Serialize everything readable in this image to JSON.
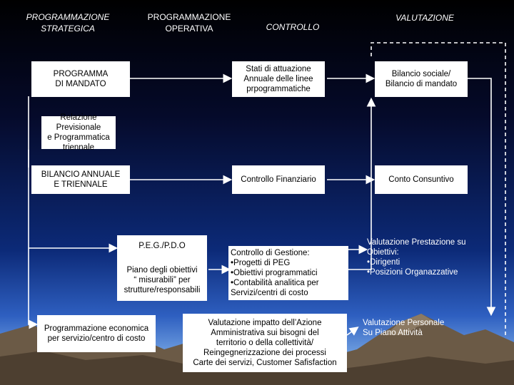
{
  "headers": {
    "strategica": "PROGRAMMAZIONE\nSTRATEGICA",
    "operativa": "PROGRAMMAZIONE\nOPERATIVA",
    "controllo": "CONTROLLO",
    "valutazione": "VALUTAZIONE"
  },
  "boxes": {
    "programma_mandato": "PROGRAMMA\nDI MANDATO",
    "stati_attuazione": "Stati di attuazione\nAnnuale delle linee\nprpogrammatiche",
    "bilancio_sociale": "Bilancio sociale/\nBilancio di mandato",
    "relazione_previsionale": "Relazione Previsionale\ne Programmatica\ntriennale",
    "bilancio_annuale": "BILANCIO ANNUALE\nE TRIENNALE",
    "controllo_finanziario": "Controllo Finanziario",
    "conto_consuntivo": "Conto Consuntivo",
    "peg_pdo": "P.E.G./P.D.O",
    "piano_obiettivi": "Piano degli obiettivi\n“ misurabili” per\nstrutture/responsabili",
    "controllo_gestione": "Controllo di Gestione:\n•Progetti di PEG\n•Obiettivi programmatici\n•Contabilità analitica per\nServizi/centri di costo",
    "valutazione_prestazione": "Valutazione Prestazione su\nObiettivi:\n•Dirigenti\n•Posizioni Organazzative",
    "programmazione_economica": "Programmazione economica\nper servizio/centro di costo",
    "valutazione_impatto": "Valutazione impatto dell’Azione\nAmministrativa sui bisogni del\nterritorio o della collettività/\nReingegnerizzazione dei processi\nCarte dei servizi, Customer Safisfaction",
    "valutazione_personale": "Valutazione Personale\nSu Piano Attività"
  },
  "colors": {
    "box_bg": "#ffffff",
    "arrow": "#ffffff"
  }
}
